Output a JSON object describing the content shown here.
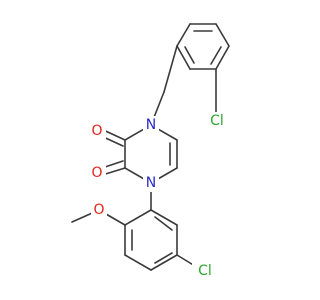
{
  "molecule": {
    "atoms": {
      "n_top": "N",
      "n_bottom": "N",
      "o_upper": "O",
      "o_lower": "O",
      "o_methoxy": "O",
      "cl_benzyl": "Cl",
      "cl_aryl": "Cl"
    },
    "colors": {
      "bond": "#3a3a3a",
      "nitrogen": "#2a2ac8",
      "oxygen": "#e0241c",
      "chlorine": "#2ea32e"
    }
  }
}
